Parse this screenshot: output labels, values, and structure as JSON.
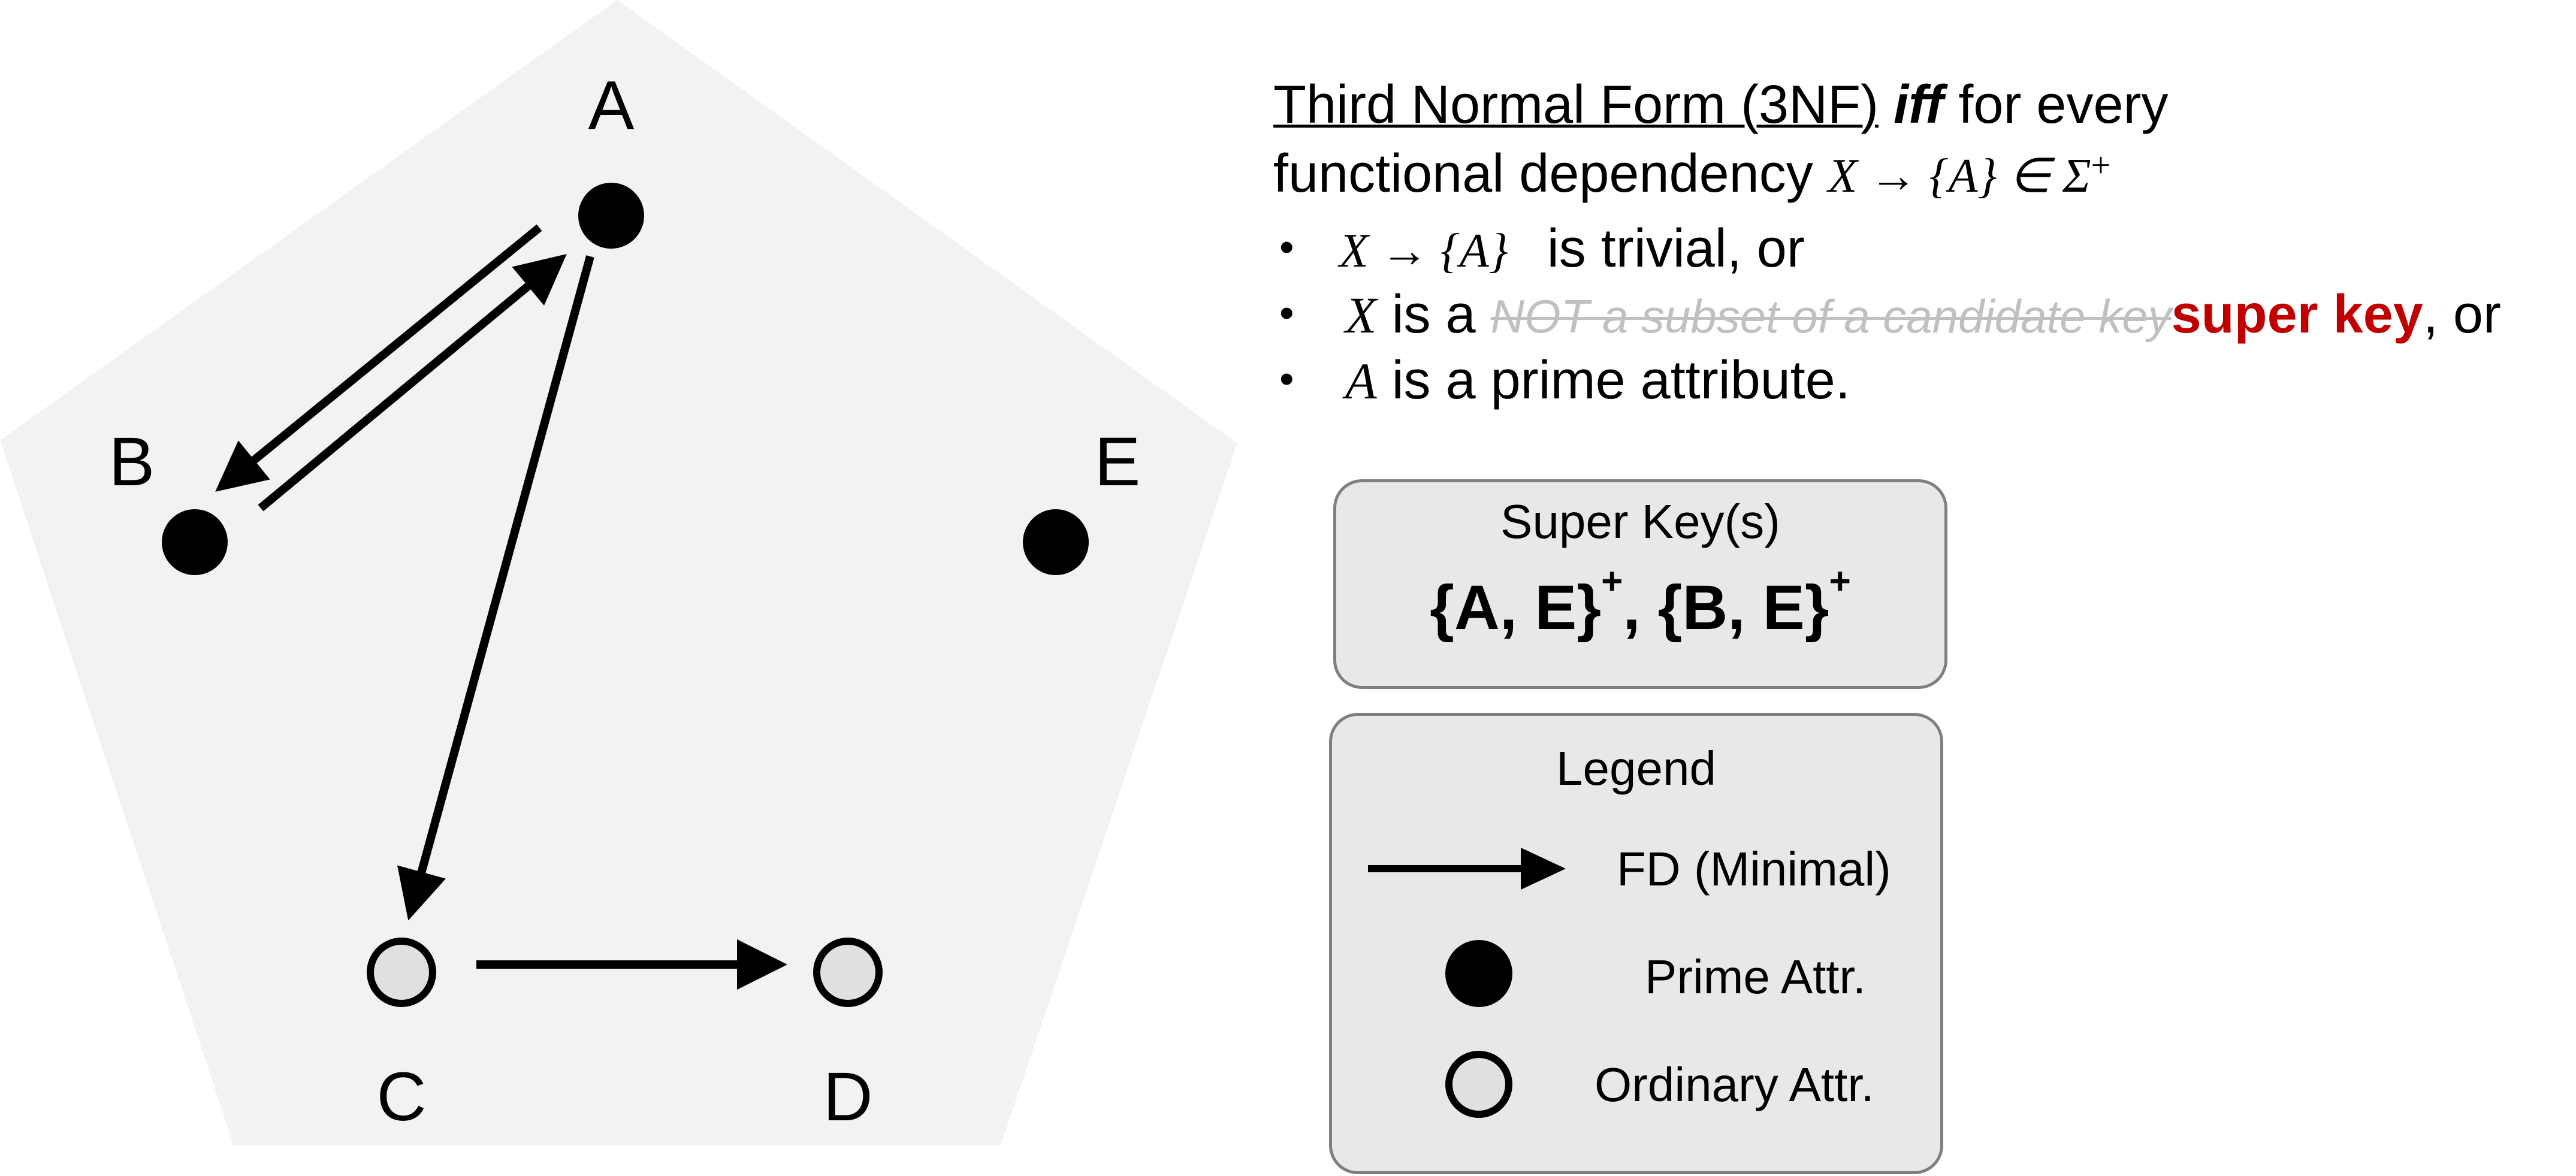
{
  "diagram": {
    "nodes": [
      {
        "id": "A",
        "label": "A",
        "type": "prime"
      },
      {
        "id": "B",
        "label": "B",
        "type": "prime"
      },
      {
        "id": "E",
        "label": "E",
        "type": "prime"
      },
      {
        "id": "C",
        "label": "C",
        "type": "ordinary"
      },
      {
        "id": "D",
        "label": "D",
        "type": "ordinary"
      }
    ],
    "edges": [
      {
        "from": "A",
        "to": "B"
      },
      {
        "from": "B",
        "to": "A"
      },
      {
        "from": "A",
        "to": "C"
      },
      {
        "from": "C",
        "to": "D"
      }
    ]
  },
  "definition": {
    "title": "Third Normal Form (3NF)",
    "iff": "iff",
    "for_every": " for every",
    "line2_text": "functional dependency ",
    "fd_math": "X → {A} ∈ Σ",
    "fd_sup": "+",
    "bullets": [
      {
        "math": "X → {A}",
        "text": "is trivial, or"
      },
      {
        "math": "X",
        "text": "is a ",
        "strike": "NOT a subset of a candidate key",
        "highlight": "super key",
        "tail": ", or"
      },
      {
        "math": "A",
        "text": "is a prime attribute."
      }
    ],
    "bullet_char": "•"
  },
  "superkey_box": {
    "title": "Super Key(s)",
    "k1": "{A, E}",
    "sep": ", ",
    "k2": "{B, E}",
    "sup": "+"
  },
  "legend": {
    "title": "Legend",
    "items": [
      {
        "symbol": "arrow",
        "label": "FD (Minimal)"
      },
      {
        "symbol": "filled-circle",
        "label": "Prime Attr."
      },
      {
        "symbol": "open-circle",
        "label": "Ordinary Attr."
      }
    ]
  },
  "colors": {
    "pentagon_fill": "#f2f2f2",
    "box_fill": "#e8e8e8",
    "box_border": "#7f7f7f",
    "ordinary_fill": "#e0e0e0",
    "highlight": "#c00000",
    "strike": "#c0c0c0"
  }
}
